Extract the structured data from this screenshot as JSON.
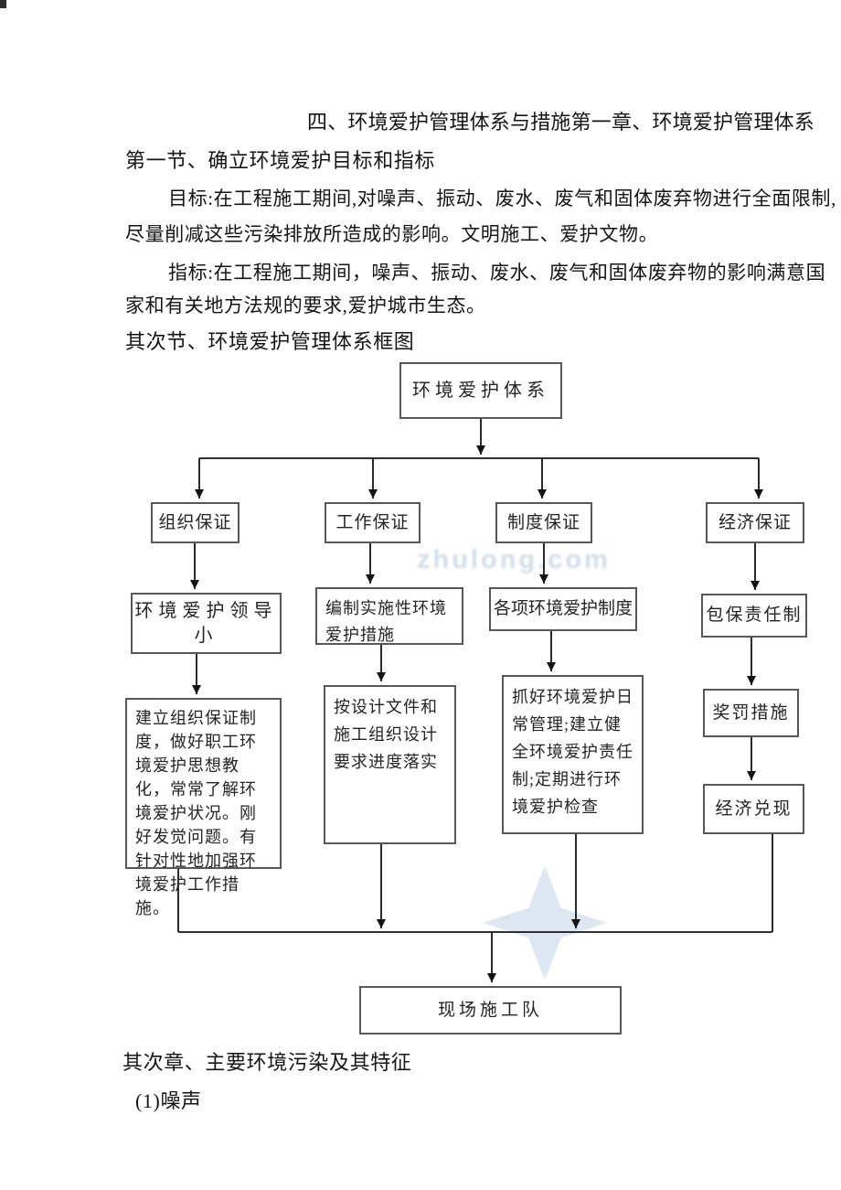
{
  "document": {
    "title_line": "四、环境爱护管理体系与措施第一章、环境爱护管理体系",
    "section1_heading": "第一节、确立环境爱护目标和指标",
    "para_goal_line1": "目标:在工程施工期间,对噪声、振动、废水、废气和固体废弃物进行全面限制,",
    "para_goal_line2": "尽量削减这些污染排放所造成的影响。文明施工、爱护文物。",
    "para_index_line1": "指标:在工程施工期间，噪声、振动、废水、废气和固体废弃物的影响满意国",
    "para_index_line2": "家和有关地方法规的要求,爱护城市生态。",
    "section2_heading": "其次节、环境爱护管理体系框图",
    "chapter2_heading": "其次章、主要环境污染及其特征",
    "item_noise": "(1)噪声"
  },
  "flowchart": {
    "root": "环境爱护体系",
    "branches": {
      "organization": {
        "level2": "组织保证",
        "level3": "环境爱护领导小",
        "level4": "建立组织保证制度，做好职工环境爱护思想教化，常常了解环境爱护状况。刚好发觉问题。有针对性地加强环境爱护工作措施。"
      },
      "work": {
        "level2": "工作保证",
        "level3": "编制实施性环境爱护措施",
        "level4": "按设计文件和施工组织设计要求进度落实"
      },
      "institution": {
        "level2": "制度保证",
        "level3": "各项环境爱护制度",
        "level4": "抓好环境爱护日常管理;建立健全环境爱护责任制;定期进行环境爱护检查"
      },
      "economic": {
        "level2": "经济保证",
        "level3": "包保责任制",
        "level4a": "奖罚措施",
        "level4b": "经济兑现"
      }
    },
    "bottom": "现场施工队"
  },
  "watermark": {
    "text": "zhulong.com",
    "color": "#c3d2e2"
  },
  "colors": {
    "line": "#1a1a1a",
    "box_border": "#575757",
    "text": "#1b1b1b",
    "page_background": "#ffffff"
  }
}
